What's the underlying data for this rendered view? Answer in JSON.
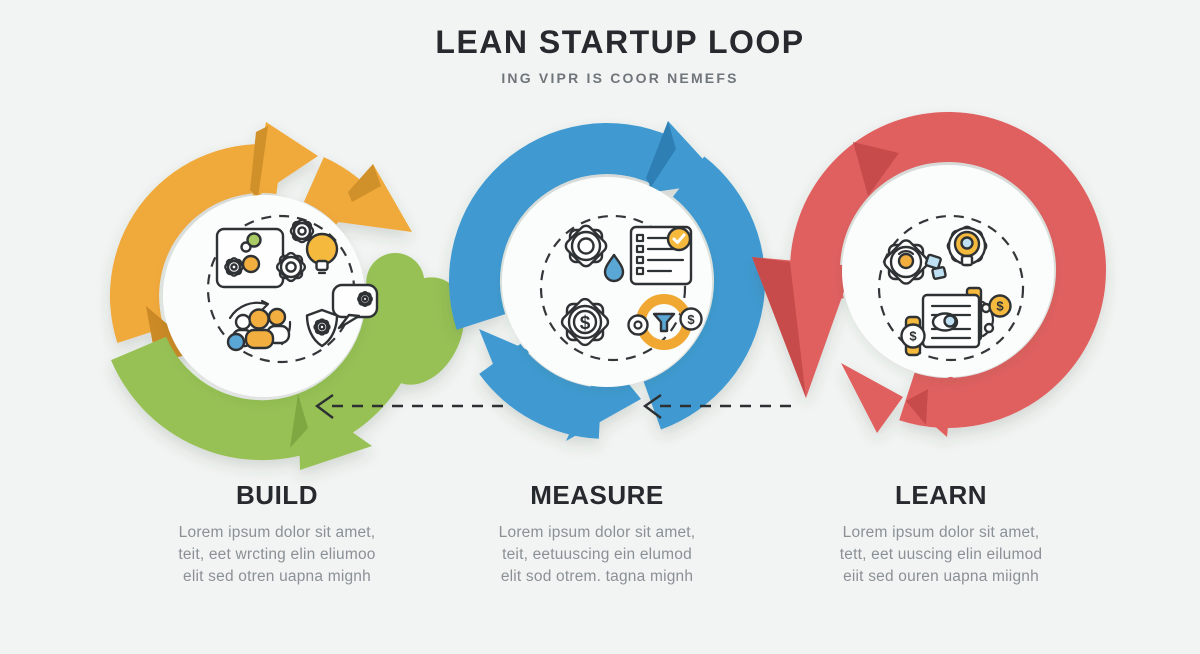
{
  "title": "LEAN STARTUP LOOP",
  "subtitle": "ING VIPR IS COOR NEMEFS",
  "steps": [
    {
      "id": "build",
      "label": "BUILD",
      "description": "Lorem ipsum dolor sit amet,\nteit, eet wrcting elin eliumoo\nelit sed otren uapna mignh"
    },
    {
      "id": "measure",
      "label": "MEASURE",
      "description": "Lorem ipsum dolor sit amet,\nteit, eetuuscing ein elumod\nelit sod otrem. tagna mignh"
    },
    {
      "id": "learn",
      "label": "LEARN",
      "description": "Lorem ipsum dolor sit amet,\ntett, eet uuscing elin eilumod\neiit sed ouren uapna miignh"
    }
  ],
  "icon_clusters": {
    "build": [
      "process-board-icon",
      "gears-icon",
      "lightbulb-icon",
      "team-cycle-icon",
      "shield-gear-icon",
      "chat-gear-icon"
    ],
    "measure": [
      "gear-droplet-icon",
      "checklist-icon",
      "dollar-gear-icon",
      "funnel-cycle-icon"
    ],
    "learn": [
      "gear-idea-icon",
      "bulb-gear-icon",
      "report-hand-icon",
      "dollar-watch-icon",
      "dollar-coin-icon"
    ]
  },
  "colors": {
    "background": "#F1F4F2",
    "heading_text": "#26292D",
    "muted_text": "#8A9096",
    "outline_ink": "#2F3234",
    "build_yellow": "#F0A93B",
    "build_green": "#97C155",
    "measure_blue": "#3F9AD1",
    "learn_red": "#E06060",
    "accent_orange": "#F5B93D",
    "accent_blue": "#5AA7D6"
  }
}
